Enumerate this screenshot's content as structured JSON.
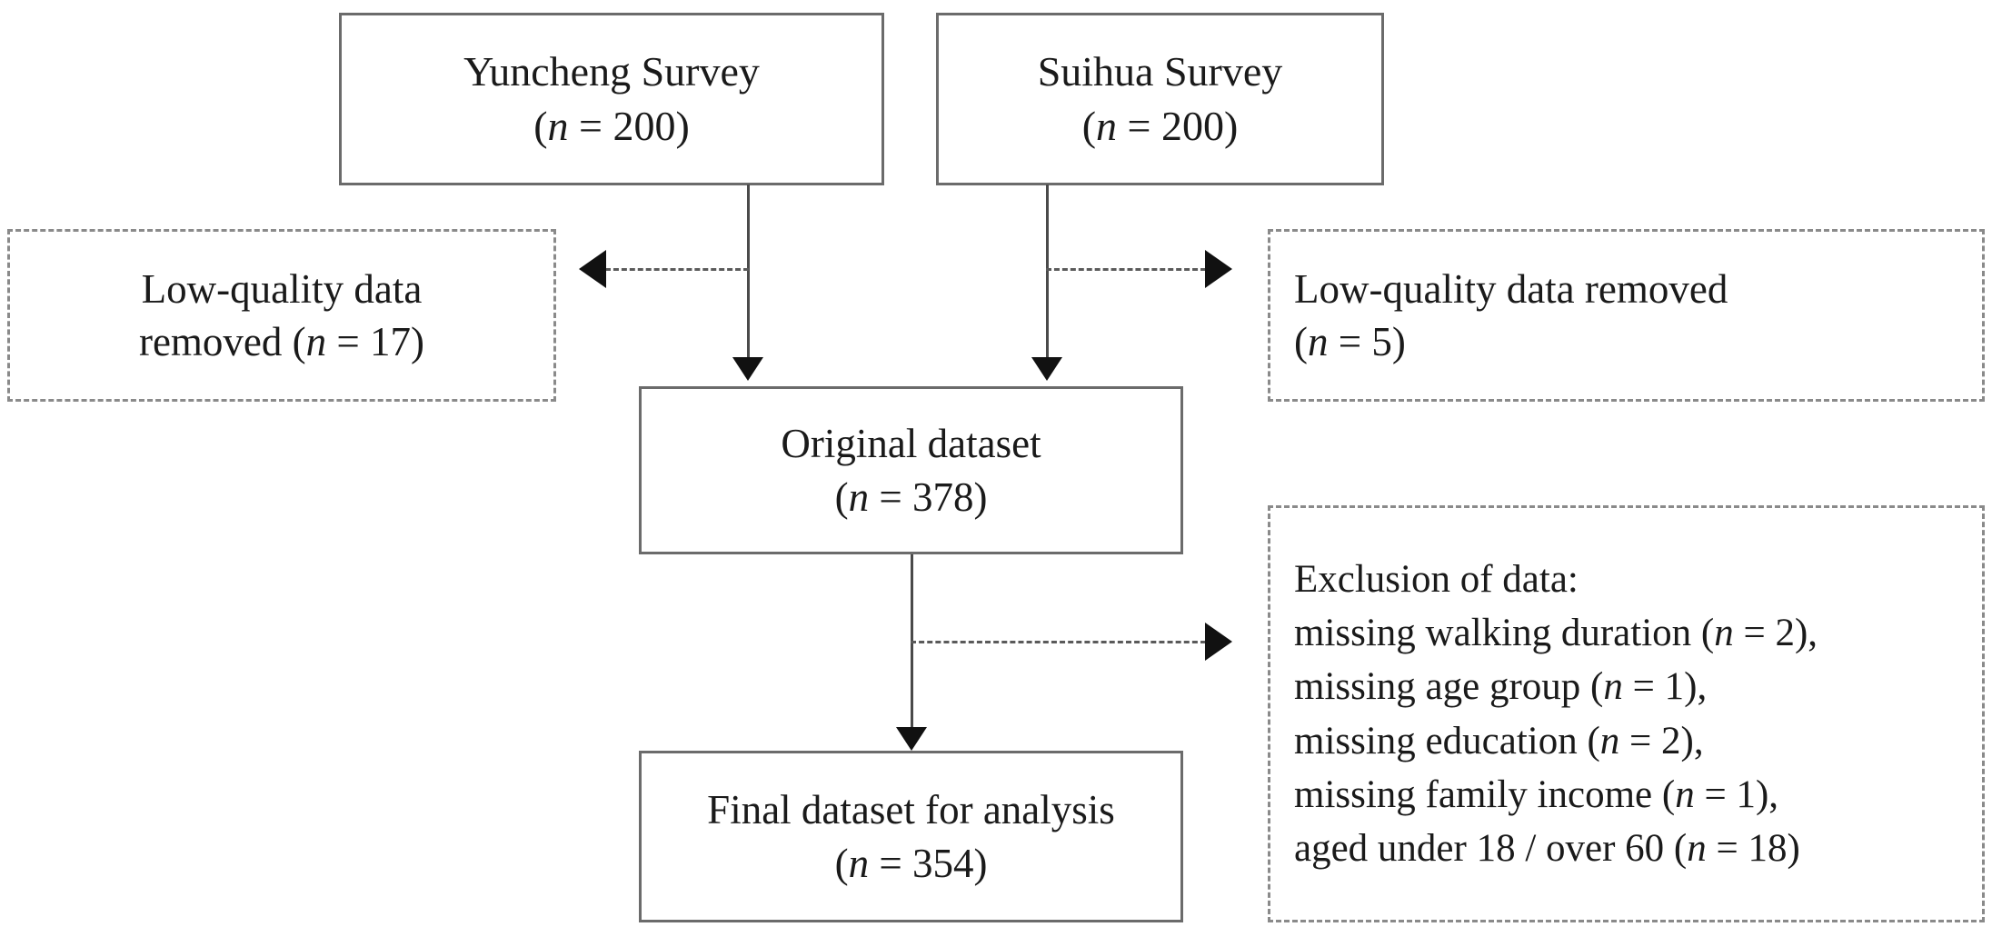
{
  "diagram": {
    "type": "flowchart",
    "title": "Study sample flow diagram",
    "colors": {
      "background": "#ffffff",
      "solid_border": "#6b6b6b",
      "dashed_border": "#8a8a8a",
      "connector": "#4a4a4a",
      "arrowhead": "#111111",
      "text": "#1a1a1a"
    }
  },
  "nodes": {
    "yuncheng_survey": {
      "line1": "Yuncheng Survey",
      "n_open": "(",
      "n_symbol": "n",
      "n_eq": " = 200)",
      "n_value": 200,
      "border": "solid",
      "align": "center"
    },
    "suihua_survey": {
      "line1": "Suihua Survey",
      "n_open": "(",
      "n_symbol": "n",
      "n_eq": " = 200)",
      "n_value": 200,
      "border": "solid",
      "align": "center"
    },
    "lowq_left": {
      "line1": "Low-quality data",
      "line2_pre": "removed (",
      "n_symbol": "n",
      "line2_post": " = 17)",
      "n_value": 17,
      "border": "dashed",
      "align": "center"
    },
    "lowq_right": {
      "line1": "Low-quality data removed",
      "line2_pre": "(",
      "n_symbol": "n",
      "line2_post": " = 5)",
      "n_value": 5,
      "border": "dashed",
      "align": "left"
    },
    "original_dataset": {
      "line1": "Original dataset",
      "n_open": "(",
      "n_symbol": "n",
      "n_eq": " = 378)",
      "n_value": 378,
      "border": "solid",
      "align": "center"
    },
    "final_dataset": {
      "line1": "Final dataset for analysis",
      "n_open": "(",
      "n_symbol": "n",
      "n_eq": " = 354)",
      "n_value": 354,
      "border": "solid",
      "align": "center"
    },
    "exclusion": {
      "heading": "Exclusion of data:",
      "border": "dashed",
      "align": "left",
      "items": [
        {
          "pre": "missing walking duration (",
          "n_symbol": "n",
          "post": " = 2),",
          "n_value": 2
        },
        {
          "pre": "missing age group (",
          "n_symbol": "n",
          "post": " = 1),",
          "n_value": 1
        },
        {
          "pre": "missing education (",
          "n_symbol": "n",
          "post": " = 2),",
          "n_value": 2
        },
        {
          "pre": "missing family income (",
          "n_symbol": "n",
          "post": " = 1),",
          "n_value": 1
        },
        {
          "pre": "aged under 18 / over 60 (",
          "n_symbol": "n",
          "post": " = 18)",
          "n_value": 18
        }
      ]
    }
  },
  "connectors": {
    "yuncheng_to_original": {
      "style": "solid",
      "direction": "down"
    },
    "suihua_to_original": {
      "style": "solid",
      "direction": "down"
    },
    "yuncheng_to_lowq_left": {
      "style": "dashed",
      "direction": "left"
    },
    "suihua_to_lowq_right": {
      "style": "dashed",
      "direction": "right"
    },
    "original_to_final": {
      "style": "solid",
      "direction": "down"
    },
    "original_to_exclusion": {
      "style": "dashed",
      "direction": "right"
    }
  }
}
